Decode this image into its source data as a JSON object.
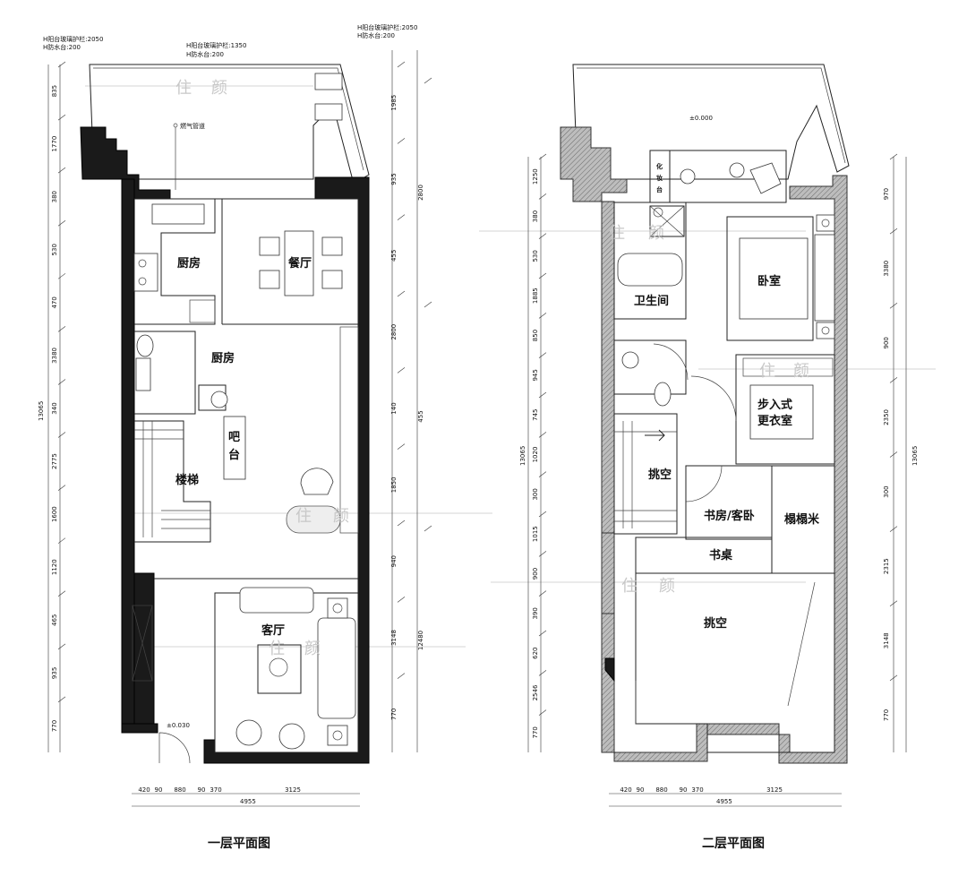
{
  "floor1": {
    "caption": "一层平面图",
    "rooms": {
      "kitchen_top": "厨房",
      "dining": "餐厅",
      "kitchen_mid": "厨房",
      "bar": [
        "吧",
        "台"
      ],
      "stairs": "楼梯",
      "living": "客厅"
    },
    "notes": {
      "balcony_rail_left": "H阳台玻璃护栏:2050",
      "waterproof_left": "H防水台:200",
      "balcony_rail_mid": "H阳台玻璃护栏:1350",
      "waterproof_mid": "H防水台:200",
      "balcony_rail_right": "H阳台玻璃护栏:2050",
      "waterproof_right": "H防水台:200",
      "gas_pipe": "燃气管道",
      "elevation": "±0.030"
    },
    "dims_left": [
      "835",
      "1770",
      "380",
      "530",
      "470",
      "3380",
      "340",
      "2775",
      "1600",
      "1120",
      "465",
      "935",
      "770"
    ],
    "dims_right_inner": [
      "1985",
      "935",
      "455",
      "2800",
      "140",
      "1850",
      "940",
      "3148",
      "770"
    ],
    "dims_right_outer": [
      "2800",
      "455",
      "12480"
    ],
    "total_left": "13065",
    "dims_bottom": [
      "420",
      "90",
      "880",
      "90",
      "370",
      "3125"
    ],
    "total_bottom": "4955"
  },
  "floor2": {
    "caption": "二层平面图",
    "rooms": {
      "vanity": [
        "化",
        "妆",
        "台"
      ],
      "bathroom": "卫生间",
      "bedroom": "卧室",
      "walkin": [
        "步入式",
        "更衣室"
      ],
      "void_top": "挑空",
      "study": "书房/客卧",
      "tatami": "榻榻米",
      "desk": "书桌",
      "void_bottom": "挑空"
    },
    "notes": {
      "elevation": "±0.000"
    },
    "dims_left": [
      "1250",
      "380",
      "530",
      "1885",
      "850",
      "945",
      "745",
      "1020",
      "300",
      "1015",
      "900",
      "390",
      "620",
      "2546",
      "770"
    ],
    "dims_right_inner": [
      "970",
      "3380",
      "900",
      "2350",
      "300",
      "2315",
      "3148",
      "770"
    ],
    "total_right": "13065",
    "total_left": "13065",
    "dims_bottom": [
      "420",
      "90",
      "880",
      "90",
      "370",
      "3125"
    ],
    "total_bottom": "4955"
  },
  "watermark": [
    "住",
    "颜"
  ]
}
